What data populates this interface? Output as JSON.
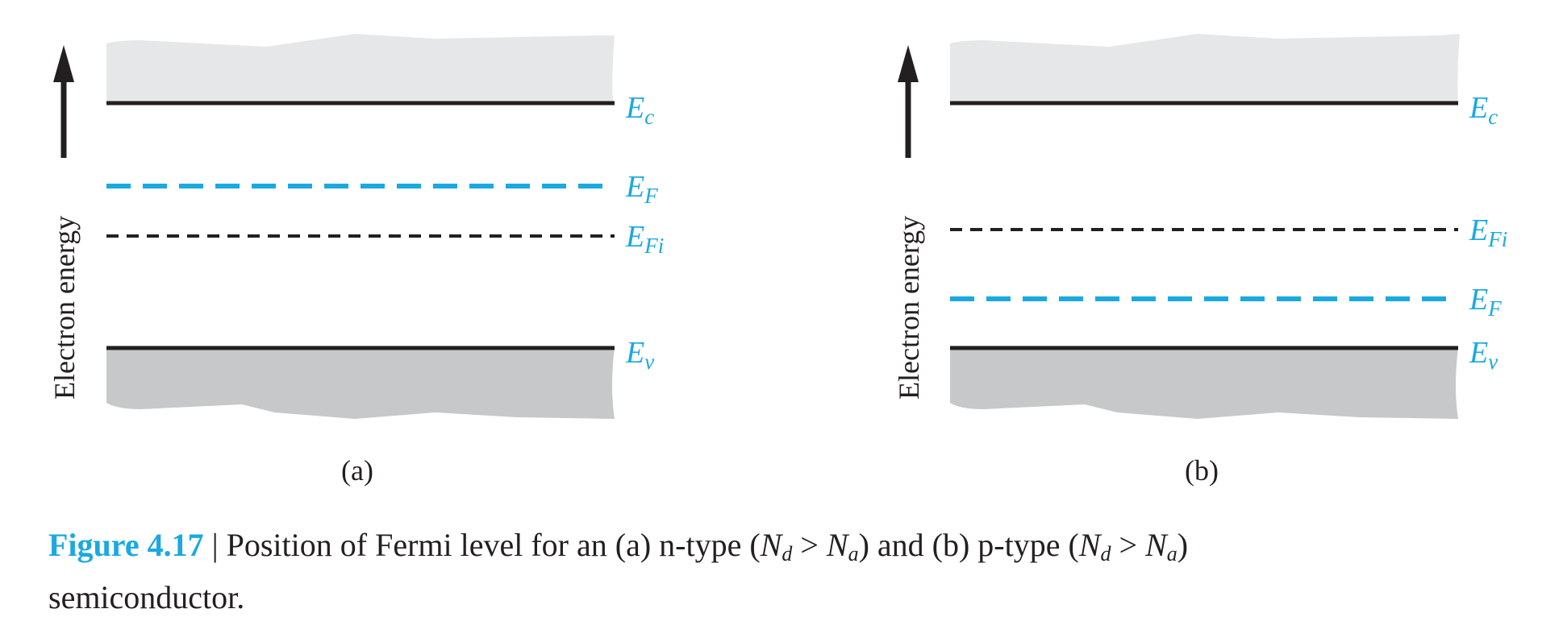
{
  "colors": {
    "conduction_band": "#e6e7e8",
    "valence_band": "#c7c8ca",
    "band_edge": "#231f20",
    "fermi": "#1ba9e1",
    "intrinsic_fermi": "#231f20",
    "accent_text": "#1ba9e1"
  },
  "panels": [
    {
      "panel_label": "(a)",
      "axis_label": "Electron energy",
      "levels": {
        "ec": {
          "main": "E",
          "sub": "c"
        },
        "ef": {
          "main": "E",
          "sub": "F"
        },
        "efi": {
          "main": "E",
          "sub": "Fi"
        },
        "ev": {
          "main": "E",
          "sub": "v"
        }
      }
    },
    {
      "panel_label": "(b)",
      "axis_label": "Electron energy",
      "levels": {
        "ec": {
          "main": "E",
          "sub": "c"
        },
        "efi": {
          "main": "E",
          "sub": "Fi"
        },
        "ef": {
          "main": "E",
          "sub": "F"
        },
        "ev": {
          "main": "E",
          "sub": "v"
        }
      }
    }
  ],
  "caption": {
    "figure_number": "Figure 4.17",
    "separator": " | ",
    "text_1": "Position of Fermi level for an (a) n-type (",
    "n_1": "N",
    "sub_1": "d",
    "gt_1": " > ",
    "n_2": "N",
    "sub_2": "a",
    "text_2": ") and (b) p-type (",
    "n_3": "N",
    "sub_3": "d",
    "gt_2": " > ",
    "n_4": "N",
    "sub_4": "a",
    "text_3": ")",
    "text_4": "semiconductor."
  }
}
